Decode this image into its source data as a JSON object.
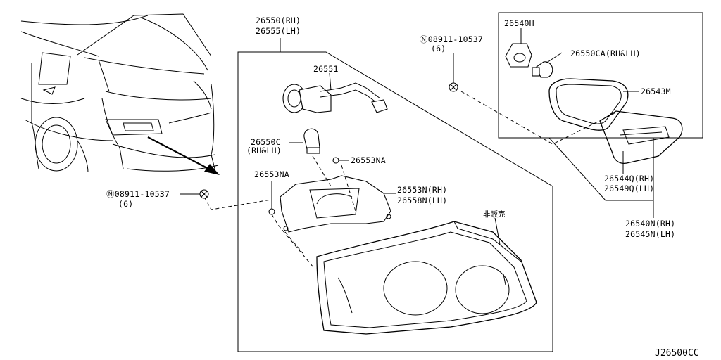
{
  "labels": {
    "p26550_rh": "26550(RH)",
    "p26555_lh": "26555(LH)",
    "p26551": "26551",
    "p26550c_a": "26550C",
    "p26550c_b": "(RH&LH)",
    "p26553na_top": "26553NA",
    "p26553na_left": "26553NA",
    "p26553n_rh": "26553N(RH)",
    "p26558n_lh": "26558N(LH)",
    "p_kanji": "非販売",
    "bolt_left_a": "Ⓝ08911-10537",
    "bolt_left_b": "(6)",
    "bolt_top_a": "Ⓝ08911-10537",
    "bolt_top_b": "(6)",
    "p26540h": "26540H",
    "p26550ca": "26550CA(RH&LH)",
    "p26543m": "26543M",
    "p26544q_rh": "26544Q(RH)",
    "p26549q_lh": "26549Q(LH)",
    "p26540n_rh": "26540N(RH)",
    "p26545n_lh": "26545N(LH)"
  },
  "diagram_code": "J26500CC"
}
